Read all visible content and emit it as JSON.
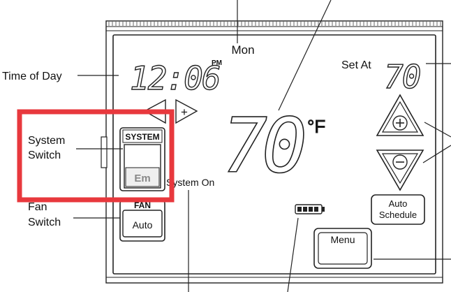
{
  "display": {
    "day": "Mon",
    "time": "12:06",
    "time_period": "PM",
    "set_at_label": "Set At",
    "set_temp": "70",
    "room_temp": "70",
    "temp_unit": "°F",
    "system_status": "System On"
  },
  "buttons": {
    "system_header": "SYSTEM",
    "system_mode": "Em",
    "fan_header": "FAN",
    "fan_mode": "Auto",
    "auto_schedule_line1": "Auto",
    "auto_schedule_line2": "Schedule",
    "menu": "Menu",
    "time_plus": "+"
  },
  "callouts": {
    "time_of_day": "Time of Day",
    "system_switch_line1": "System",
    "system_switch_line2": "Switch",
    "fan_switch_line1": "Fan",
    "fan_switch_line2": "Switch"
  },
  "colors": {
    "highlight": "#e8383d",
    "line": "#222222",
    "background": "#ffffff"
  }
}
